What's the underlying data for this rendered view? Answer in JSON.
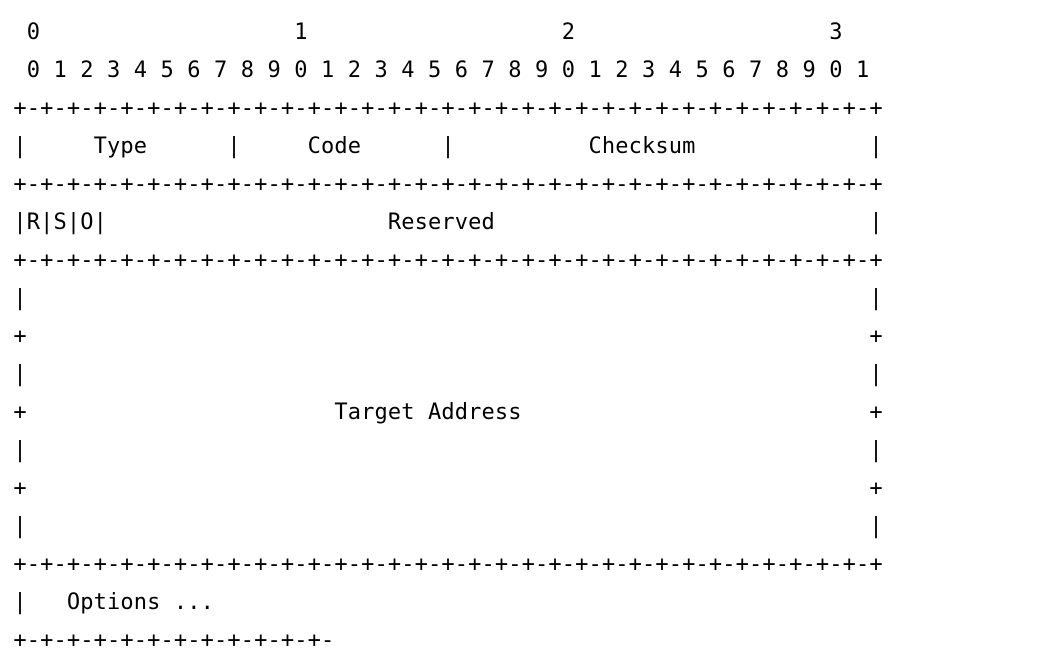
{
  "diagram": {
    "tens_row": "  0                   1                   2                   3",
    "bits_row": "  0 1 2 3 4 5 6 7 8 9 0 1 2 3 4 5 6 7 8 9 0 1 2 3 4 5 6 7 8 9 0 1",
    "border": " +-+-+-+-+-+-+-+-+-+-+-+-+-+-+-+-+-+-+-+-+-+-+-+-+-+-+-+-+-+-+-+-+",
    "type_code_checksum_row": " |     Type      |     Code      |          Checksum             |",
    "flags_reserved_row": " |R|S|O|                     Reserved                            |",
    "blank_row": " |                                                               |",
    "plus_row": " +                                                               +",
    "target_address_row": " +                       Target Address                          +",
    "options_row": " |   Options ...",
    "options_border": " +-+-+-+-+-+-+-+-+-+-+-+-"
  }
}
